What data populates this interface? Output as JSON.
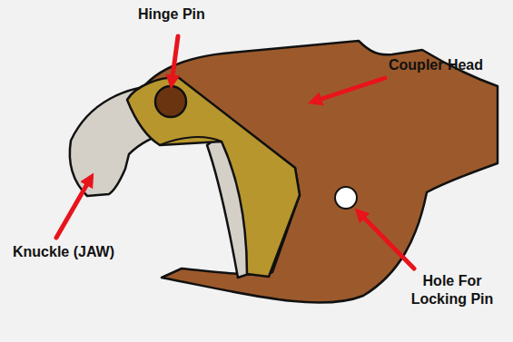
{
  "diagram": {
    "labels": [
      "Hinge Pin",
      "Coupler Head",
      "Knuckle (JAW)",
      "Hole For Locking Pin"
    ]
  }
}
